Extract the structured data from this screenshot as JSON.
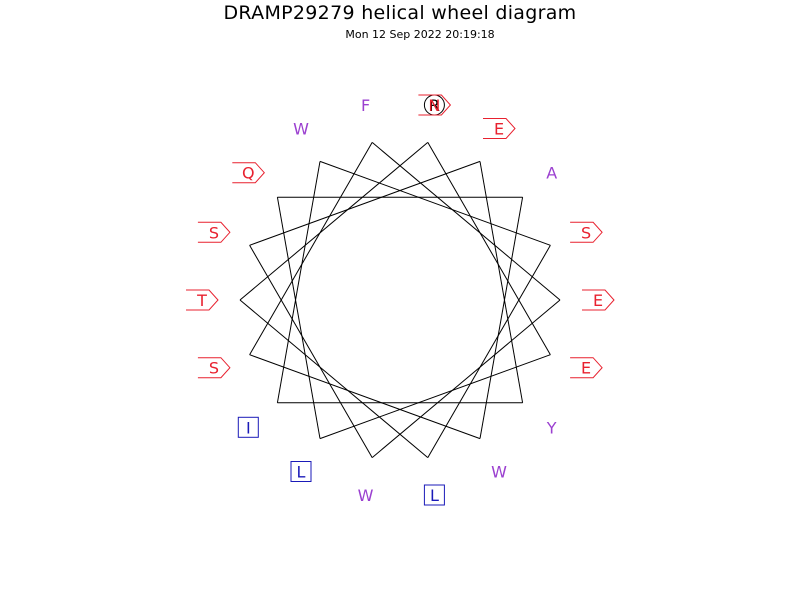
{
  "header": {
    "title": "DRAMP29279 helical wheel diagram",
    "timestamp": "Mon 12 Sep 2022 20:19:18"
  },
  "colors": {
    "acidic": "#e8212f",
    "polar": "#e8212f",
    "hydrophobic": "#1a1ab8",
    "aromatic": "#9b40d0",
    "basic": "#000000",
    "line": "#000000"
  },
  "residues": [
    {
      "letter": "R",
      "type": "basic",
      "shape": "circle"
    },
    {
      "letter": "E",
      "type": "acidic",
      "shape": "pentagon"
    },
    {
      "letter": "L",
      "type": "hydrophobic",
      "shape": "square"
    },
    {
      "letter": "Q",
      "type": "polar",
      "shape": "pentagon"
    },
    {
      "letter": "A",
      "type": "aromatic",
      "shape": "none"
    },
    {
      "letter": "W",
      "type": "aromatic",
      "shape": "none"
    },
    {
      "letter": "S",
      "type": "polar",
      "shape": "pentagon"
    },
    {
      "letter": "F",
      "type": "aromatic",
      "shape": "none"
    },
    {
      "letter": "E",
      "type": "acidic",
      "shape": "pentagon"
    },
    {
      "letter": "W",
      "type": "aromatic",
      "shape": "none"
    },
    {
      "letter": "S",
      "type": "polar",
      "shape": "pentagon"
    },
    {
      "letter": "E",
      "type": "acidic",
      "shape": "pentagon"
    },
    {
      "letter": "Y",
      "type": "aromatic",
      "shape": "none"
    },
    {
      "letter": "I",
      "type": "hydrophobic",
      "shape": "square"
    },
    {
      "letter": "W",
      "type": "aromatic",
      "shape": "none"
    },
    {
      "letter": "S",
      "type": "polar",
      "shape": "pentagon"
    },
    {
      "letter": "L",
      "type": "hydrophobic",
      "shape": "square"
    },
    {
      "letter": "T",
      "type": "polar",
      "shape": "pentagon"
    },
    {
      "letter": "N",
      "type": "polar",
      "shape": "pentagon"
    }
  ]
}
